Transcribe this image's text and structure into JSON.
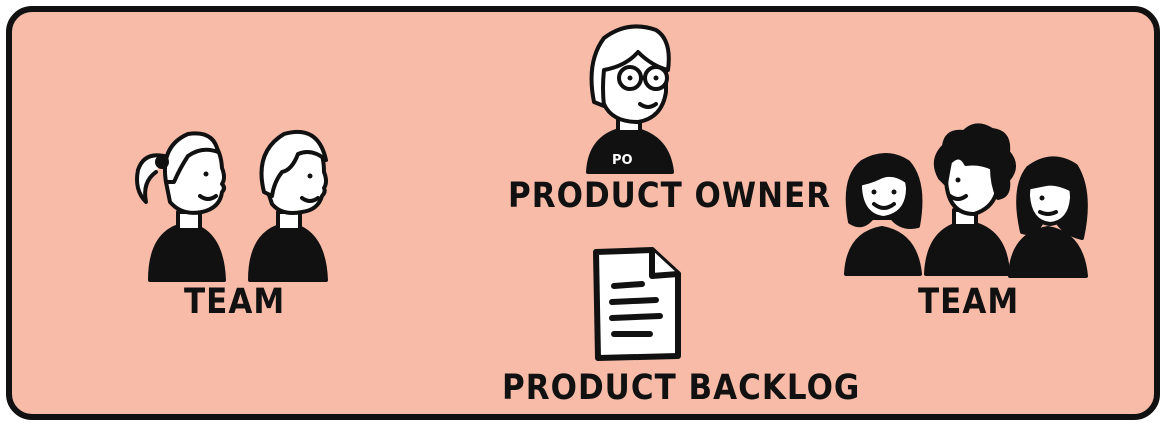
{
  "colors": {
    "background": "#f7bba8",
    "ink": "#111111",
    "paper": "#ffffff"
  },
  "left_group": {
    "label": "TEAM",
    "icon": "two-people-icon"
  },
  "center": {
    "owner": {
      "label": "PRODUCT OWNER",
      "badge": "PO",
      "icon": "product-owner-icon"
    },
    "backlog": {
      "label": "PRODUCT BACKLOG",
      "icon": "document-icon"
    }
  },
  "right_group": {
    "label": "TEAM",
    "icon": "three-people-icon"
  }
}
